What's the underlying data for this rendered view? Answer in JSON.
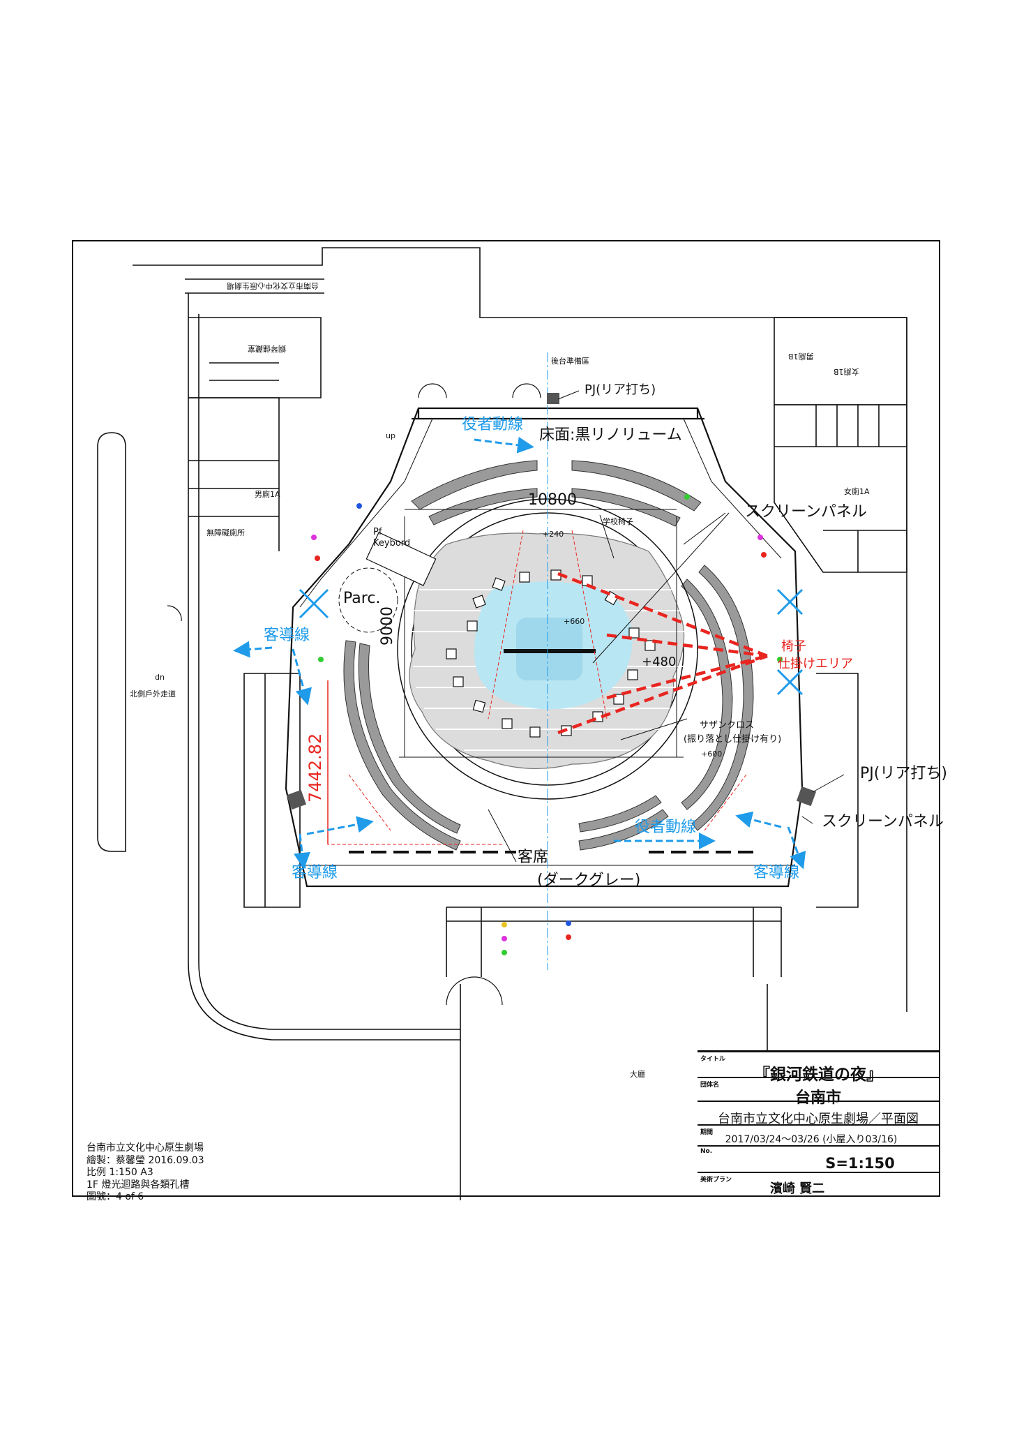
{
  "drawing": {
    "rooms": {
      "backstage_corridor": "台南市立文化中心原生劇場",
      "piano_storage": "鋼琴儲藏室",
      "rear_prep": "後台準備區",
      "men_1b": "男廁1B",
      "women_1b": "女廁1B",
      "men_1a": "男廁1A",
      "women_1a": "女廁1A",
      "accessible": "無障礙廁所",
      "north_walkway": "北側戶外走道",
      "lobby": "大廳"
    },
    "dims": {
      "width": "10800",
      "depth": "9000",
      "offset": "7442.82",
      "h240": "+240",
      "h660": "+660",
      "h480": "+480",
      "h600": "+600"
    },
    "callouts": {
      "projector_top": "PJ(リア打ち)",
      "floor_finish": "床面:黒リノリューム",
      "screen_top": "スクリーンパネル",
      "school_chair": "学校椅子",
      "piano": "Pf\nKeybord",
      "parc": "Parc.",
      "chair_area_1": "椅子",
      "chair_area_2": "仕掛けエリア",
      "southern_cross_1": "サザンクロス",
      "southern_cross_2": "(振り落とし仕掛け有り)",
      "projector_right": "PJ(リア打ち)",
      "screen_right": "スクリーンパネル",
      "audience_1": "客席",
      "audience_2": "(ダークグレー)",
      "actor_route": "役者動線",
      "guest_route": "客導線",
      "up": "up",
      "dn": "dn"
    }
  },
  "title_block": {
    "title_cap": "タイトル",
    "title": "『銀河鉄道の夜』",
    "org_cap": "団体名",
    "org": "台南市",
    "venue": "台南市立文化中心原生劇場／平面図",
    "period_cap": "期間",
    "period": "2017/03/24～03/26 (小屋入り03/16)",
    "no_cap": "No.",
    "scale": "S=1:150",
    "plan_cap": "美術プラン",
    "designer": "濱崎 賢二"
  },
  "sheet_notes": [
    "台南市立文化中心原生劇場",
    "繪製：蔡馨瑩 2016.09.03",
    "比例 1:150 A3",
    " 1F 燈光迴路與各類孔槽",
    "圖號：4 of 6"
  ],
  "colors": {
    "line": "#111111",
    "blue_annotation": "#1f9bea",
    "red_annotation": "#e8251f",
    "water": "#b9e6f3",
    "arc_gray": "#8c8c8c"
  }
}
